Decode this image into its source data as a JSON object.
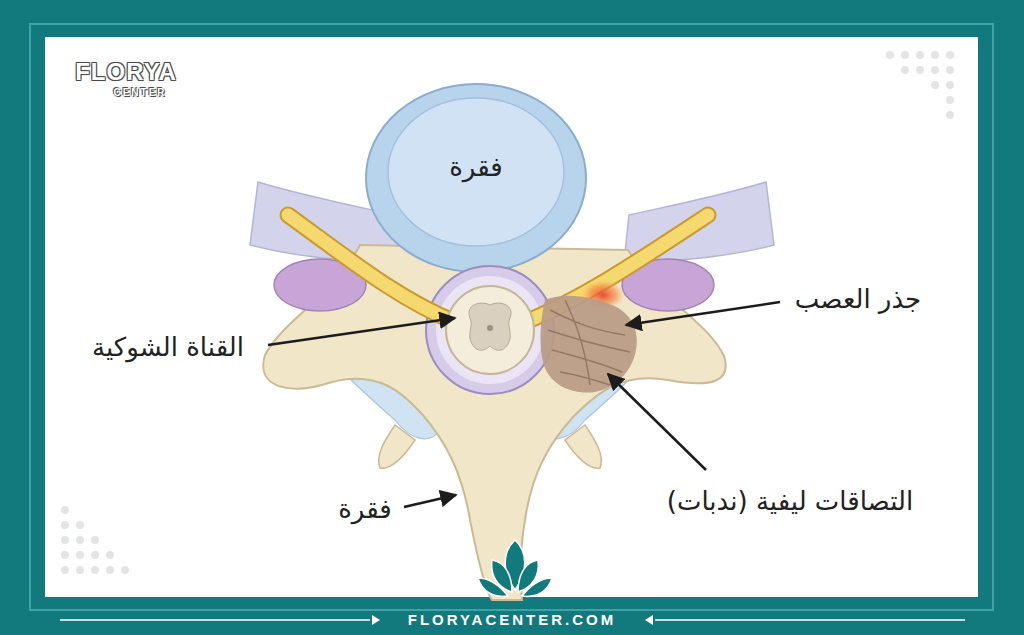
{
  "diagram": {
    "labels": [
      "FLORYA",
      "CENTER",
      "فقرة",
      "جذر العصب",
      "القناة الشوكية",
      "التصاقات ليفية (ندبات)",
      "فقرة",
      "FLORYACENTER.COM"
    ]
  }
}
